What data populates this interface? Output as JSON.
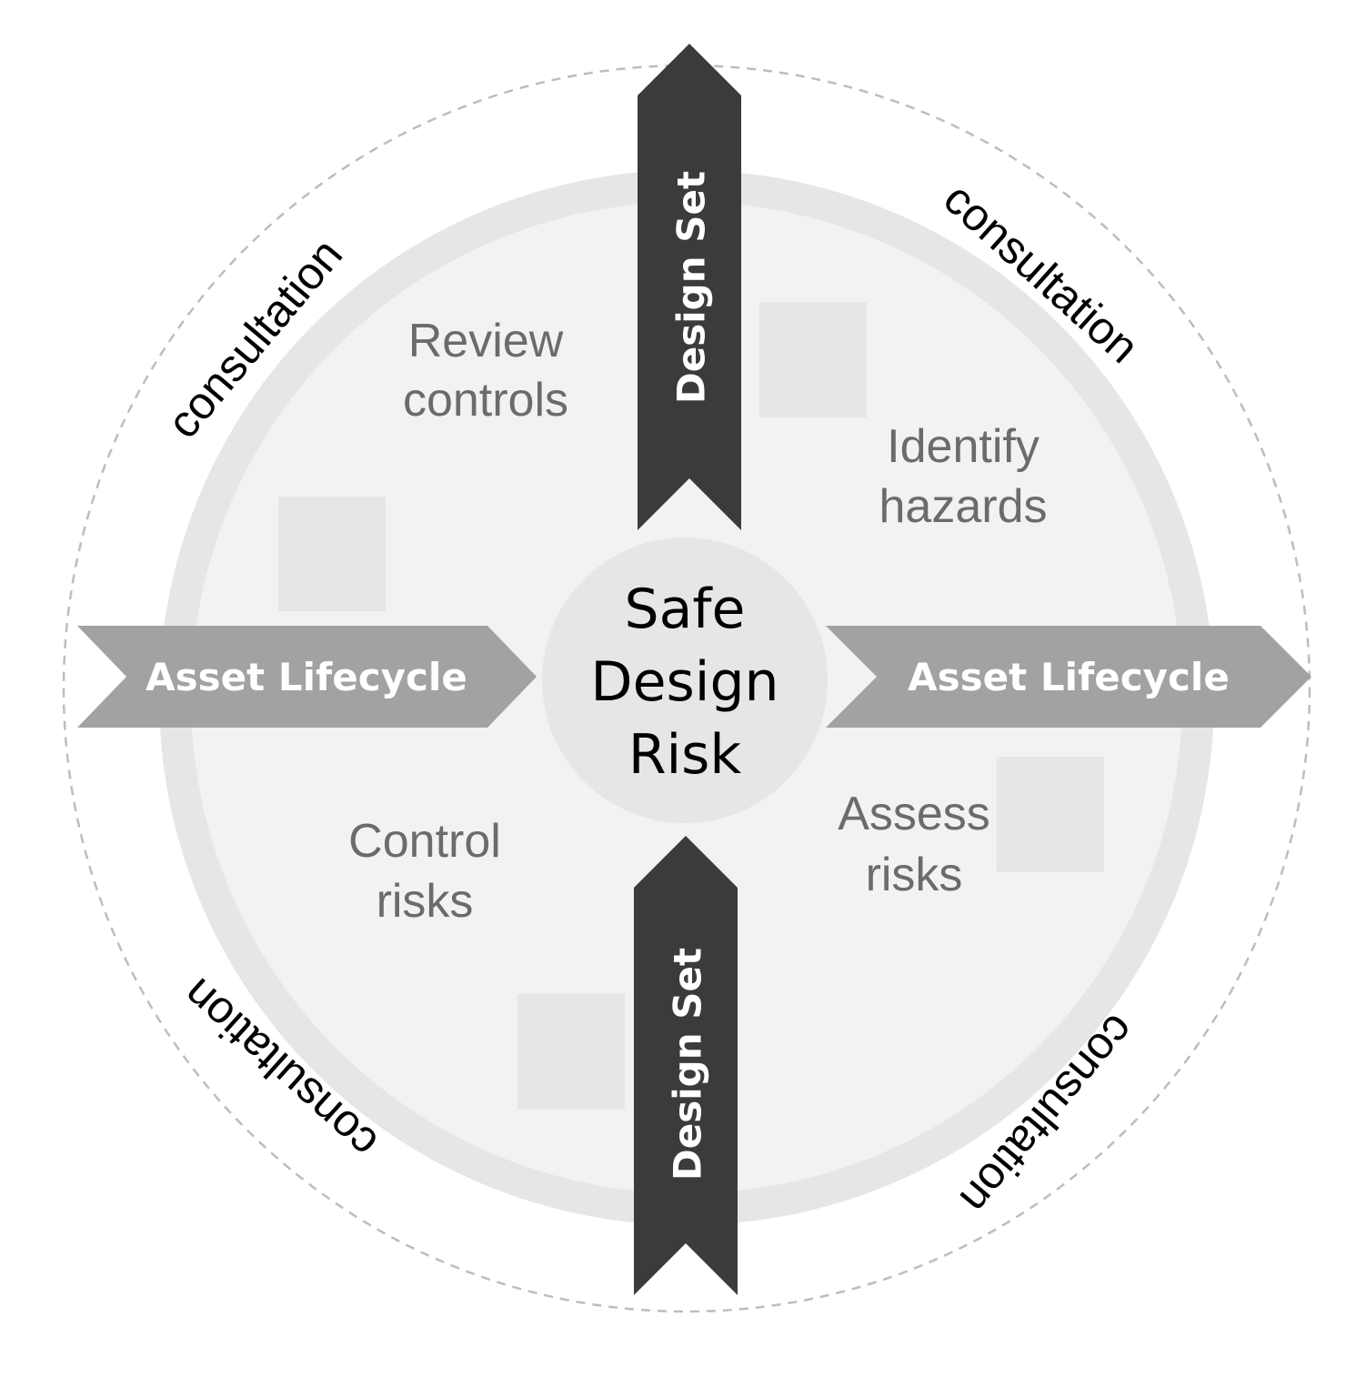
{
  "center": {
    "lines": [
      "Safe",
      "Design",
      "Risk"
    ]
  },
  "arrows": {
    "vertical_label": "Design Set",
    "horizontal_label": "Asset Lifecycle"
  },
  "steps": {
    "review": [
      "Review",
      "controls"
    ],
    "identify": [
      "Identify",
      "hazards"
    ],
    "assess": [
      "Assess",
      "risks"
    ],
    "control": [
      "Control",
      "risks"
    ]
  },
  "consultation": {
    "label": "consultation"
  },
  "colors": {
    "dark_arrow": "#3b3b3b",
    "light_arrow": "#a2a2a2",
    "ring": "#e6e6e6",
    "disc": "#f2f2f2",
    "center_disc": "#e6e6e6",
    "placeholder": "#e6e6e6",
    "step_text": "#6b6b6b",
    "dashed_circle": "#bdbdbd"
  }
}
